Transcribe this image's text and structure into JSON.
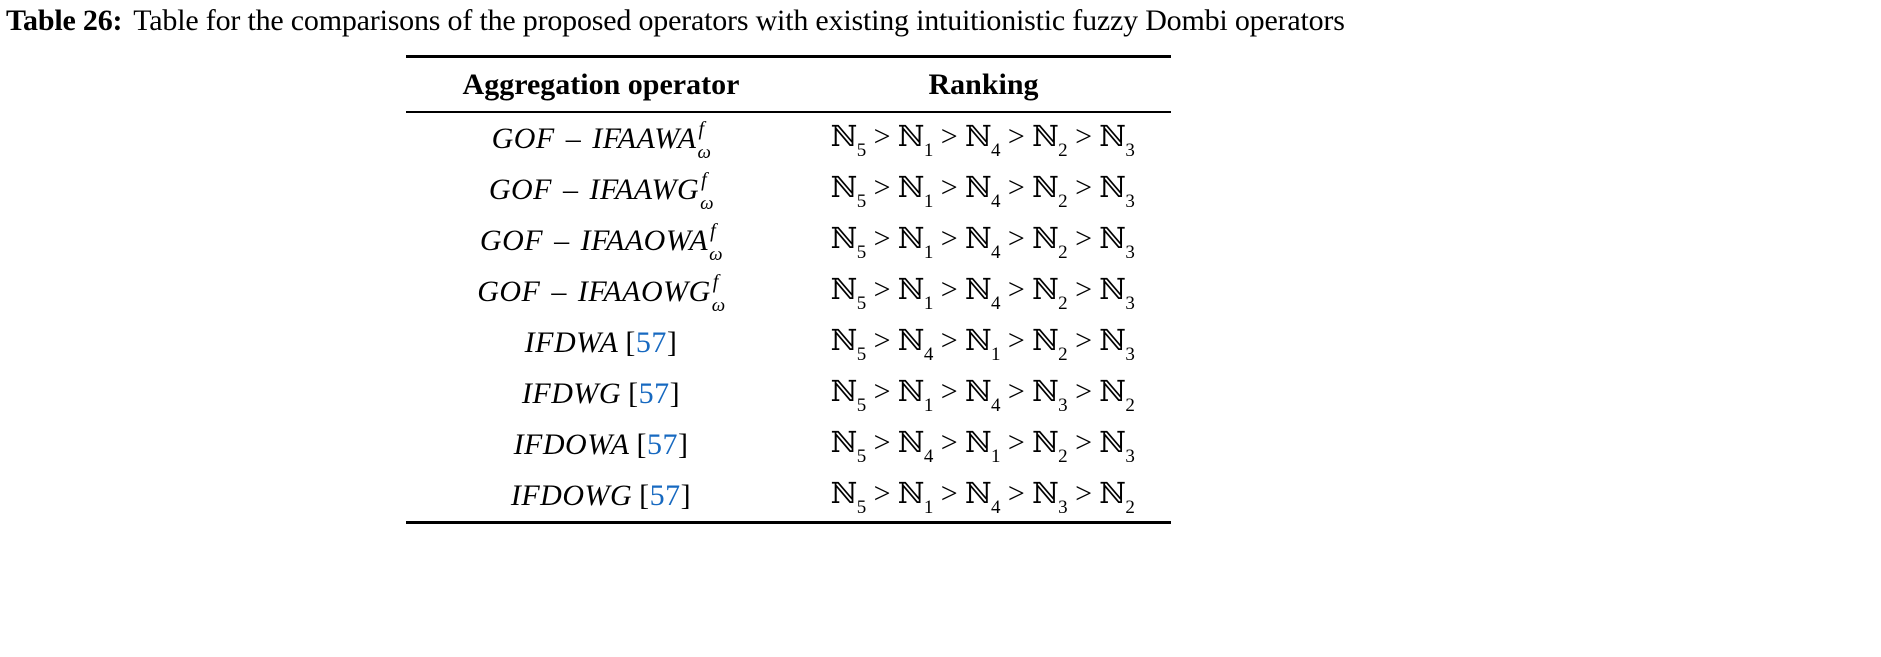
{
  "caption": {
    "label": "Table 26:",
    "text": "Table for the comparisons of the proposed operators with existing intuitionistic fuzzy Dombi operators"
  },
  "table": {
    "columns": [
      {
        "key": "operator",
        "header": "Aggregation operator"
      },
      {
        "key": "ranking",
        "header": "Ranking"
      }
    ],
    "citation_color": "#1769c0",
    "rows": [
      {
        "operator": {
          "prefix": "GOF",
          "separator": "–",
          "name": "IFAAWA",
          "superscript": "f",
          "subscript": "ω",
          "citation": ""
        },
        "operator_text": "GOF – IFAAWA",
        "ranking": [
          "5",
          "1",
          "4",
          "2",
          "3"
        ],
        "ranking_text": "ℕ5 > ℕ1 > ℕ4 > ℕ2 > ℕ3"
      },
      {
        "operator": {
          "prefix": "GOF",
          "separator": "–",
          "name": "IFAAWG",
          "superscript": "f",
          "subscript": "ω",
          "citation": ""
        },
        "operator_text": "GOF – IFAAWG",
        "ranking": [
          "5",
          "1",
          "4",
          "2",
          "3"
        ],
        "ranking_text": "ℕ5 > ℕ1 > ℕ4 > ℕ2 > ℕ3"
      },
      {
        "operator": {
          "prefix": "GOF",
          "separator": "–",
          "name": "IFAAOWA",
          "superscript": "f",
          "subscript": "ω",
          "citation": ""
        },
        "operator_text": "GOF – IFAAOWA",
        "ranking": [
          "5",
          "1",
          "4",
          "2",
          "3"
        ],
        "ranking_text": "ℕ5 > ℕ1 > ℕ4 > ℕ2 > ℕ3"
      },
      {
        "operator": {
          "prefix": "GOF",
          "separator": "–",
          "name": "IFAAOWG",
          "superscript": "f",
          "subscript": "ω",
          "citation": ""
        },
        "operator_text": "GOF – IFAAOWG",
        "ranking": [
          "5",
          "1",
          "4",
          "2",
          "3"
        ],
        "ranking_text": "ℕ5 > ℕ1 > ℕ4 > ℕ2 > ℕ3"
      },
      {
        "operator": {
          "prefix": "",
          "separator": "",
          "name": "IFDWA",
          "superscript": "",
          "subscript": "",
          "citation": "57"
        },
        "operator_text": "IFDWA [57]",
        "ranking": [
          "5",
          "4",
          "1",
          "2",
          "3"
        ],
        "ranking_text": "ℕ5 > ℕ4 > ℕ1 > ℕ2 > ℕ3"
      },
      {
        "operator": {
          "prefix": "",
          "separator": "",
          "name": "IFDWG",
          "superscript": "",
          "subscript": "",
          "citation": "57"
        },
        "operator_text": "IFDWG [57]",
        "ranking": [
          "5",
          "1",
          "4",
          "3",
          "2"
        ],
        "ranking_text": "ℕ5 > ℕ1 > ℕ4 > ℕ3 > ℕ2"
      },
      {
        "operator": {
          "prefix": "",
          "separator": "",
          "name": "IFDOWA",
          "superscript": "",
          "subscript": "",
          "citation": "57"
        },
        "operator_text": "IFDOWA [57]",
        "ranking": [
          "5",
          "4",
          "1",
          "2",
          "3"
        ],
        "ranking_text": "ℕ5 > ℕ4 > ℕ1 > ℕ2 > ℕ3"
      },
      {
        "operator": {
          "prefix": "",
          "separator": "",
          "name": "IFDOWG",
          "superscript": "",
          "subscript": "",
          "citation": "57"
        },
        "operator_text": "IFDOWG [57]",
        "ranking": [
          "5",
          "1",
          "4",
          "3",
          "2"
        ],
        "ranking_text": "ℕ5 > ℕ1 > ℕ4 > ℕ3 > ℕ2"
      }
    ]
  },
  "symbols": {
    "blackboard_n": "ℕ",
    "greater_than": ">",
    "bracket_open": "[",
    "bracket_close": "]"
  }
}
